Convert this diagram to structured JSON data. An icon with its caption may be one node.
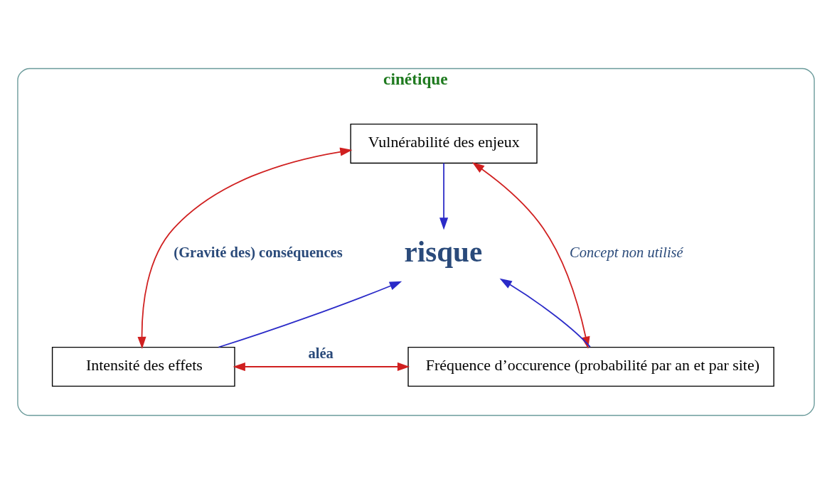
{
  "diagram": {
    "nodes": [
      {
        "text": [
          "cinétique"
        ]
      },
      {
        "text": [
          "Vulnérabilité des enjeux"
        ],
        "in": 0
      },
      {
        "text": [
          "risque"
        ],
        "in": 0
      },
      {
        "text": [
          "Intensité des effets"
        ],
        "in": 0
      },
      {
        "text": [
          "Fréquence d’occurence (probabilité par an et par site)"
        ],
        "in": 0
      }
    ],
    "edges": [
      {
        "from": 1,
        "to": 2,
        "arrow": "to",
        "color": "#2b2bc8"
      },
      {
        "from": 3,
        "to": 2,
        "arrow": "to",
        "color": "#2b2bc8"
      },
      {
        "from": 4,
        "to": 2,
        "arrow": "to",
        "color": "#2b2bc8"
      },
      {
        "from": 1,
        "to": 3,
        "arrow": "both",
        "label": "(Gravité des) conséquences",
        "color": "#d02020"
      },
      {
        "from": 1,
        "to": 4,
        "arrow": "both",
        "label": "Concept non utilisé",
        "color": "#d02020"
      },
      {
        "from": 3,
        "to": 4,
        "arrow": "both",
        "label": "aléa",
        "color": "#d02020"
      }
    ]
  }
}
